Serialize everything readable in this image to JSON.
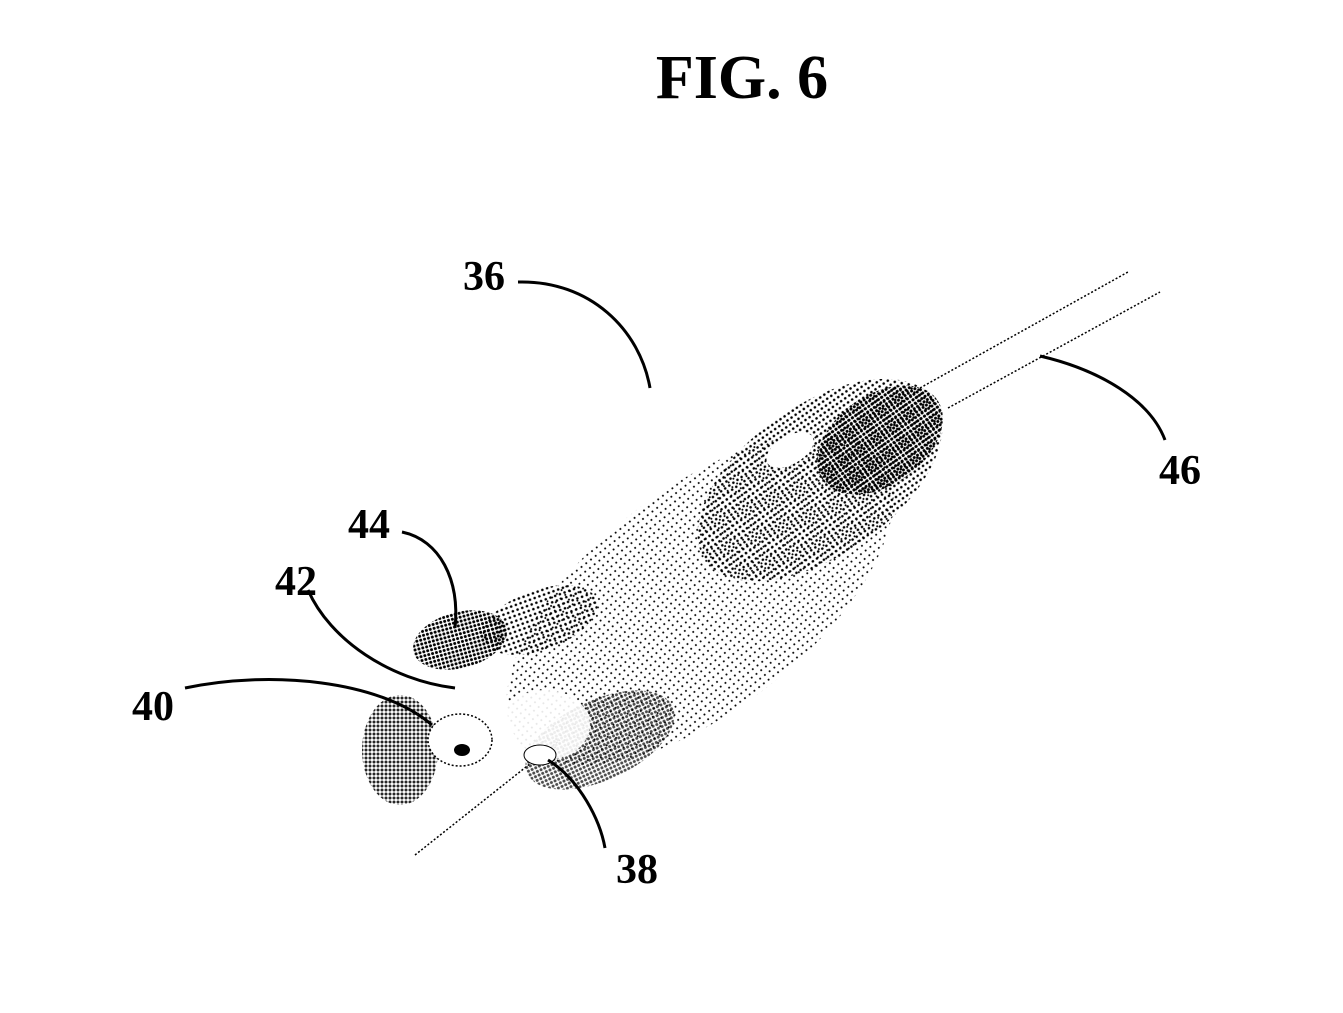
{
  "figure": {
    "title": "FIG. 6",
    "labels": {
      "l36": "36",
      "l38": "38",
      "l40": "40",
      "l42": "42",
      "l44": "44",
      "l46": "46"
    }
  }
}
